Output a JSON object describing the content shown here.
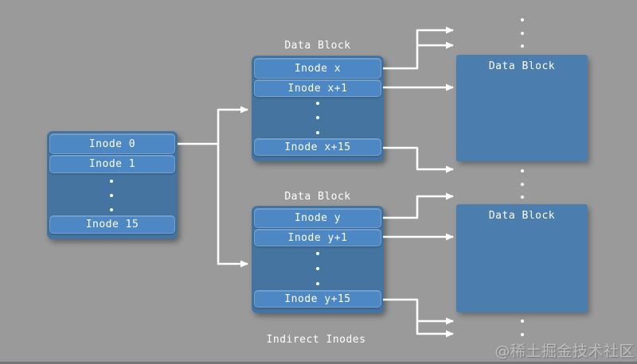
{
  "diagram": {
    "caption": "Indirect Inodes",
    "watermark": "@稀土掘金技术社区",
    "colors": {
      "background": "#9a9a9a",
      "container_blue": "#44749f",
      "row_blue": "#4d88c5",
      "block_blue": "#4b7dae",
      "text": "#ffffff",
      "arrow": "#ffffff"
    },
    "inode_table": {
      "rows": [
        "Inode 0",
        "Inode 1",
        "Inode 15"
      ]
    },
    "indirect_top": {
      "label": "Data Block",
      "rows": [
        "Inode x",
        "Inode x+1",
        "Inode x+15"
      ]
    },
    "indirect_bottom": {
      "label": "Data Block",
      "rows": [
        "Inode y",
        "Inode y+1",
        "Inode y+15"
      ]
    },
    "data_block_top": {
      "label": "Data Block"
    },
    "data_block_bottom": {
      "label": "Data Block"
    }
  }
}
